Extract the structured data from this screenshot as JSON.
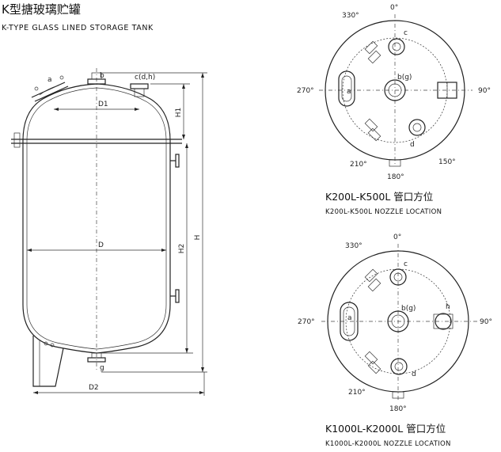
{
  "title": {
    "cn": "K型搪玻璃贮罐",
    "en": "K-TYPE GLASS LINED STORAGE TANK"
  },
  "elevation": {
    "nozzle_labels": {
      "a": "a",
      "b": "b",
      "cdh": "c(d,h)",
      "g": "g"
    },
    "dims": {
      "D1": "D1",
      "D": "D",
      "D2": "D2",
      "H1": "H1",
      "H2": "H2",
      "H": "H"
    }
  },
  "plans": [
    {
      "caption_cn": "K200L-K500L 管口方位",
      "caption_en": "K200L-K500L NOZZLE LOCATION",
      "angles": {
        "a0": "0°",
        "a330": "330°",
        "a90": "90°",
        "a270": "270°",
        "a210": "210°",
        "a150": "150°",
        "a180": "180°"
      },
      "nozzles": {
        "a": "a",
        "bg": "b(g)",
        "c": "c",
        "d": "d"
      }
    },
    {
      "caption_cn": "K1000L-K2000L 管口方位",
      "caption_en": "K1000L-K2000L NOZZLE LOCATION",
      "angles": {
        "a0": "0°",
        "a330": "330°",
        "a90": "90°",
        "a270": "270°",
        "a210": "210°",
        "a180": "180°"
      },
      "nozzles": {
        "a": "a",
        "bg": "b(g)",
        "c": "c",
        "d": "d",
        "h": "h"
      }
    }
  ]
}
